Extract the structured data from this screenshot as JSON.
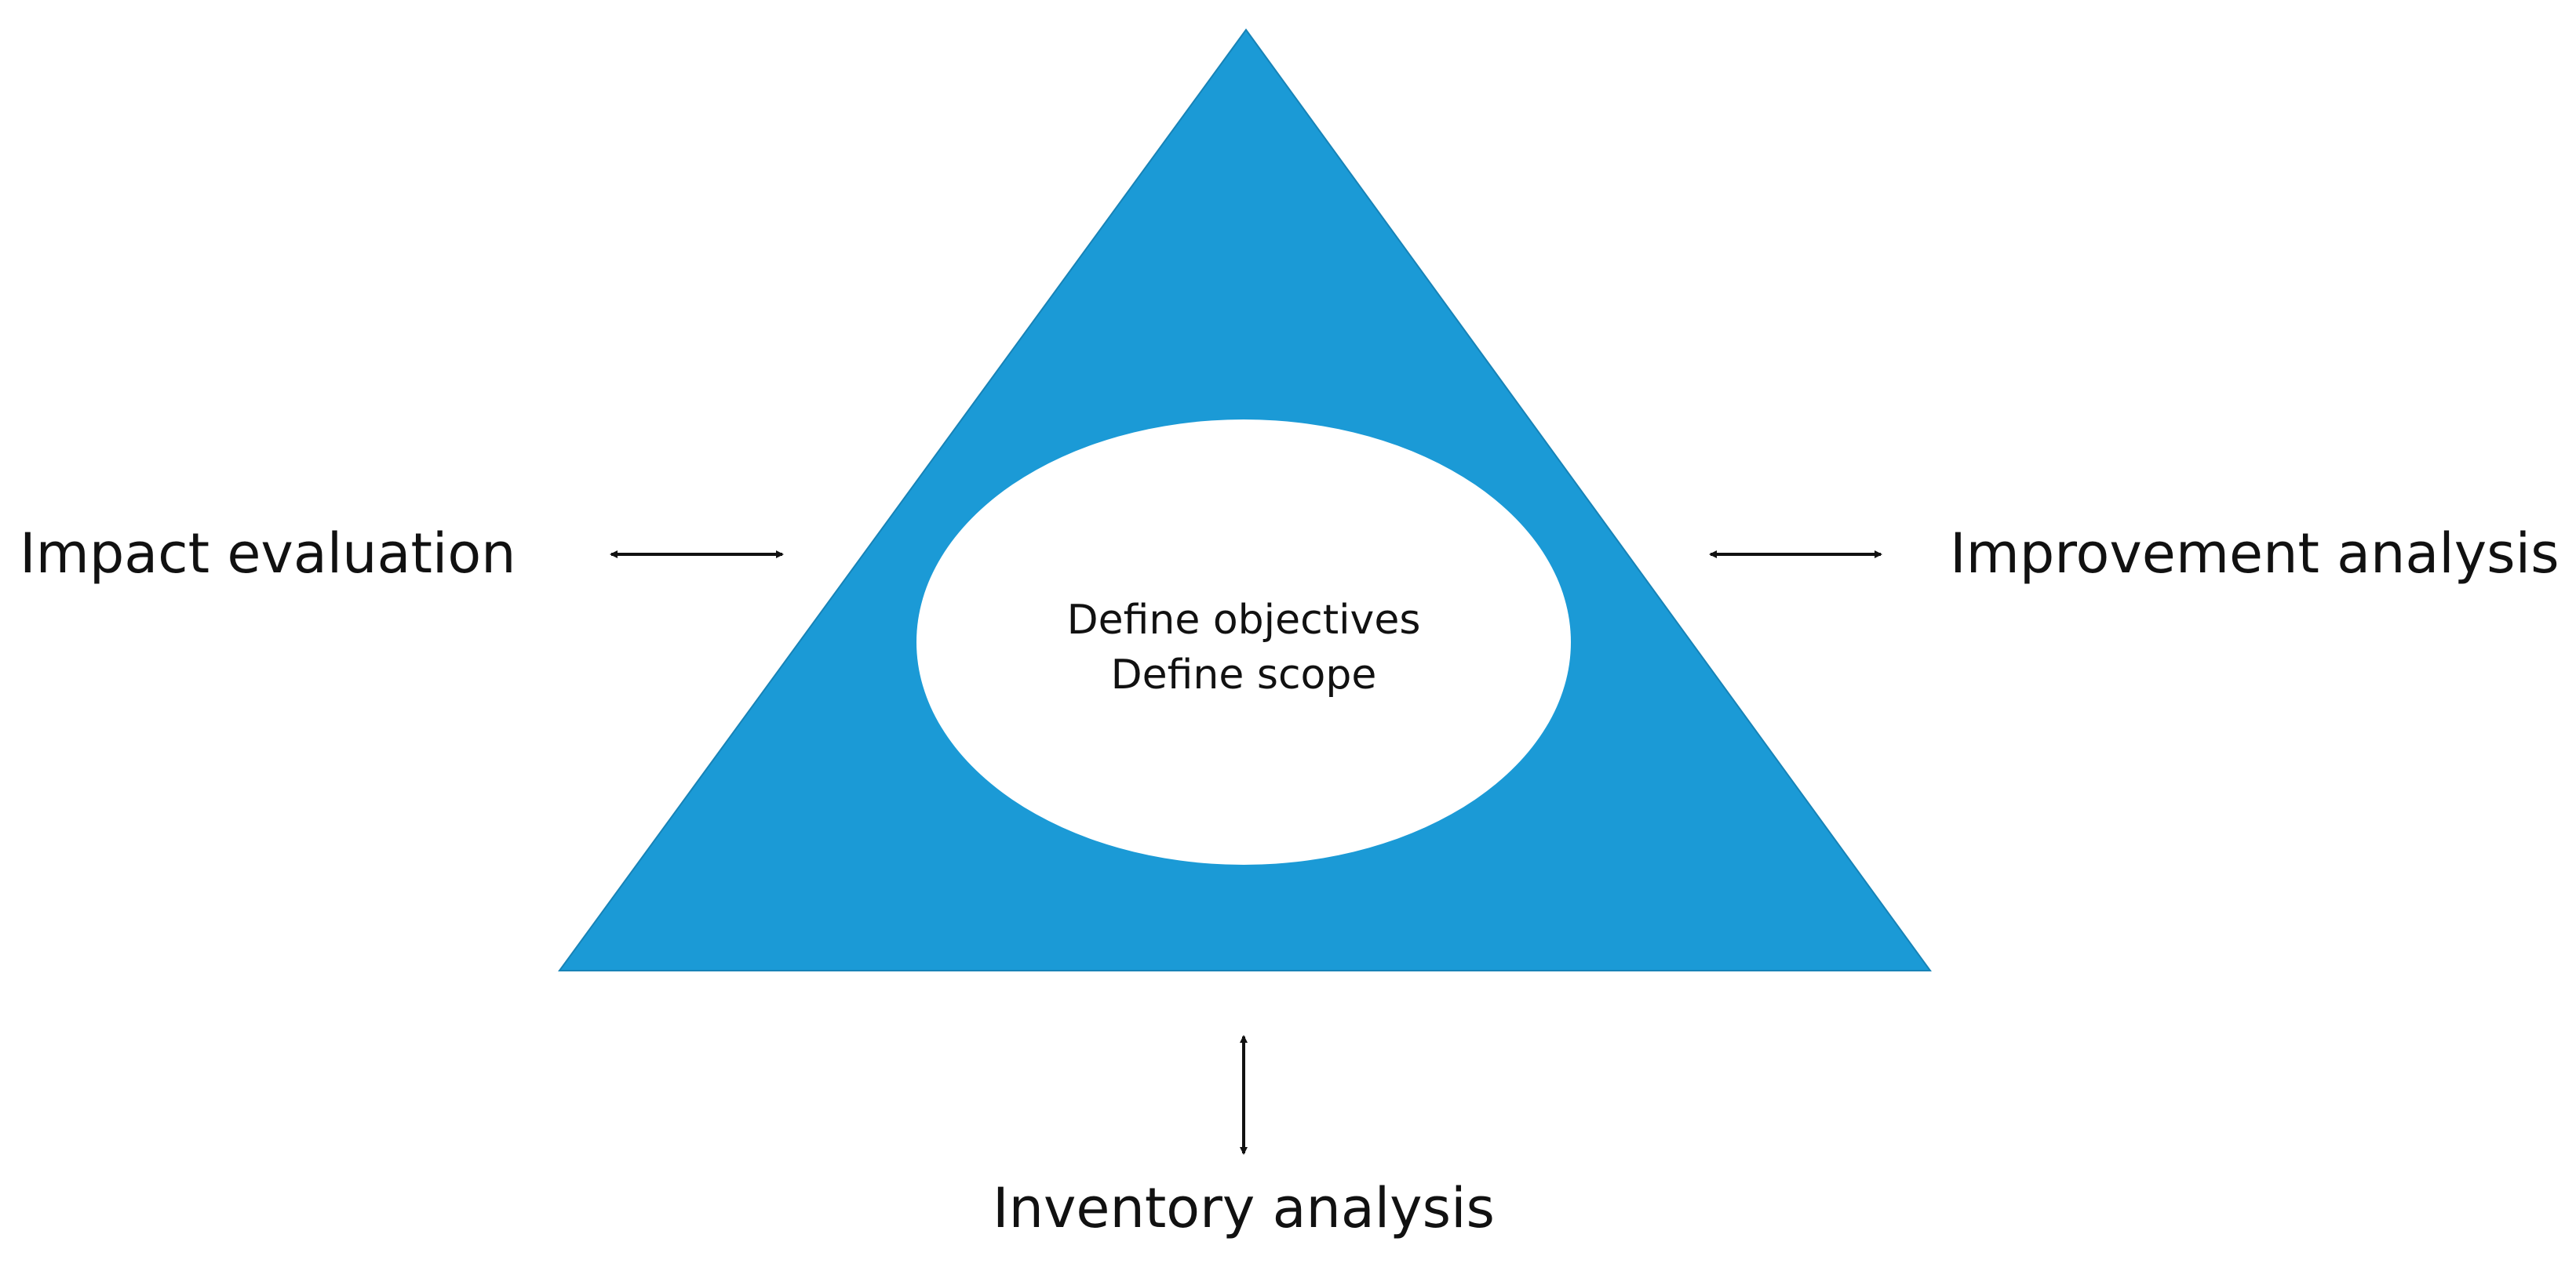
{
  "center": {
    "line1": "Define objectives",
    "line2": "Define scope"
  },
  "labels": {
    "left": "Impact evaluation",
    "right": "Improvement analysis",
    "bottom": "Inventory analysis"
  },
  "colors": {
    "triangle": "#1b9ad6",
    "ellipse": "#ffffff",
    "text": "#111111",
    "arrow": "#111111"
  },
  "relations": [
    {
      "from": "Impact evaluation",
      "to": "triangle",
      "arrow": "double"
    },
    {
      "from": "Improvement analysis",
      "to": "triangle",
      "arrow": "double"
    },
    {
      "from": "Inventory analysis",
      "to": "triangle",
      "arrow": "double"
    }
  ]
}
